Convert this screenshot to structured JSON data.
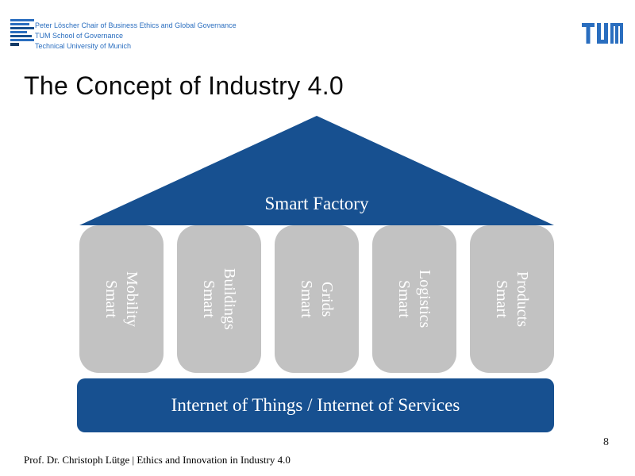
{
  "header": {
    "chair_lines": [
      "Peter Löscher Chair of Business Ethics and Global Governance",
      "TUM School of Governance",
      "Technical University of Munich"
    ],
    "tum_logo_text": "TUM"
  },
  "slide": {
    "title": "The Concept of Industry 4.0",
    "footer": "Prof. Dr. Christoph Lütge | Ethics and Innovation in Industry 4.0",
    "page_number": "8"
  },
  "diagram": {
    "roof_label": "Smart Factory",
    "pillars": [
      {
        "line1": "Smart",
        "line2": "Mobility"
      },
      {
        "line1": "Smart",
        "line2": "Buildings"
      },
      {
        "line1": "Smart",
        "line2": "Grids"
      },
      {
        "line1": "Smart",
        "line2": "Logistics"
      },
      {
        "line1": "Smart",
        "line2": "Products"
      }
    ],
    "base_label": "Internet of Things / Internet of Services"
  },
  "colors": {
    "dark_blue": "#175090",
    "brand_blue": "#2a6ebf",
    "pillar_gray": "#c2c2c2"
  }
}
